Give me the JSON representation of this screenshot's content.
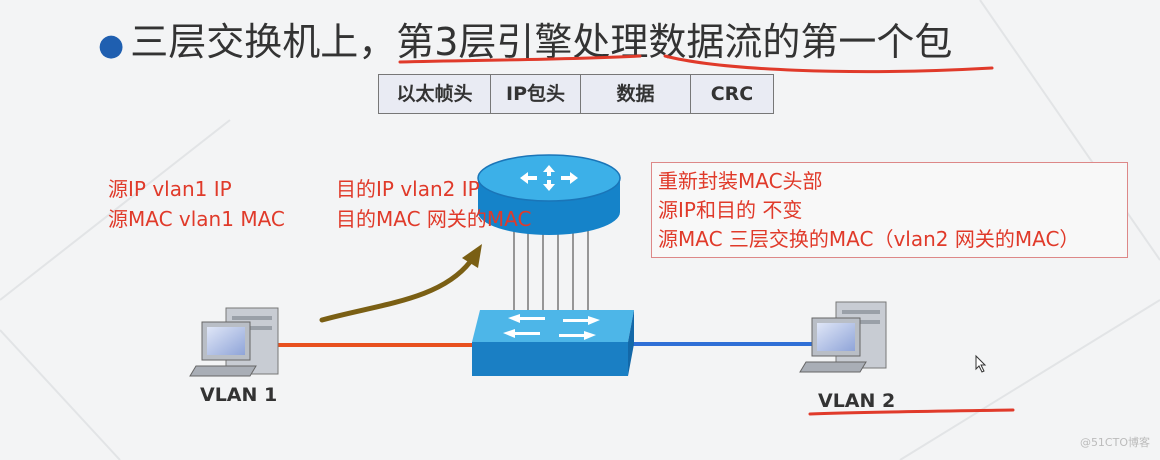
{
  "title": {
    "bullet": "●",
    "text_part1": "三层交换机上，",
    "text_part2": "第3层引擎处理数据流的第一个包"
  },
  "frame": {
    "cells": [
      "以太帧头",
      "IP包头",
      "数据",
      "CRC"
    ]
  },
  "source_info": {
    "line1": "源IP vlan1 IP",
    "line2": "源MAC vlan1 MAC"
  },
  "dest_info": {
    "line1": "目的IP  vlan2 IP",
    "line2": "目的MAC  网关的MAC"
  },
  "note": {
    "lines": [
      "重新封装MAC头部",
      "源IP和目的 不变",
      "源MAC 三层交换的MAC（vlan2 网关的MAC）"
    ]
  },
  "vlans": {
    "left": "VLAN 1",
    "right": "VLAN 2"
  },
  "watermark": "@51CTO博客",
  "colors": {
    "accent_red": "#e03a2a",
    "link_left": "#e8501e",
    "link_right": "#2f6fd6",
    "device_blue": "#1e8fd0",
    "arrow": "#7a5f14"
  }
}
